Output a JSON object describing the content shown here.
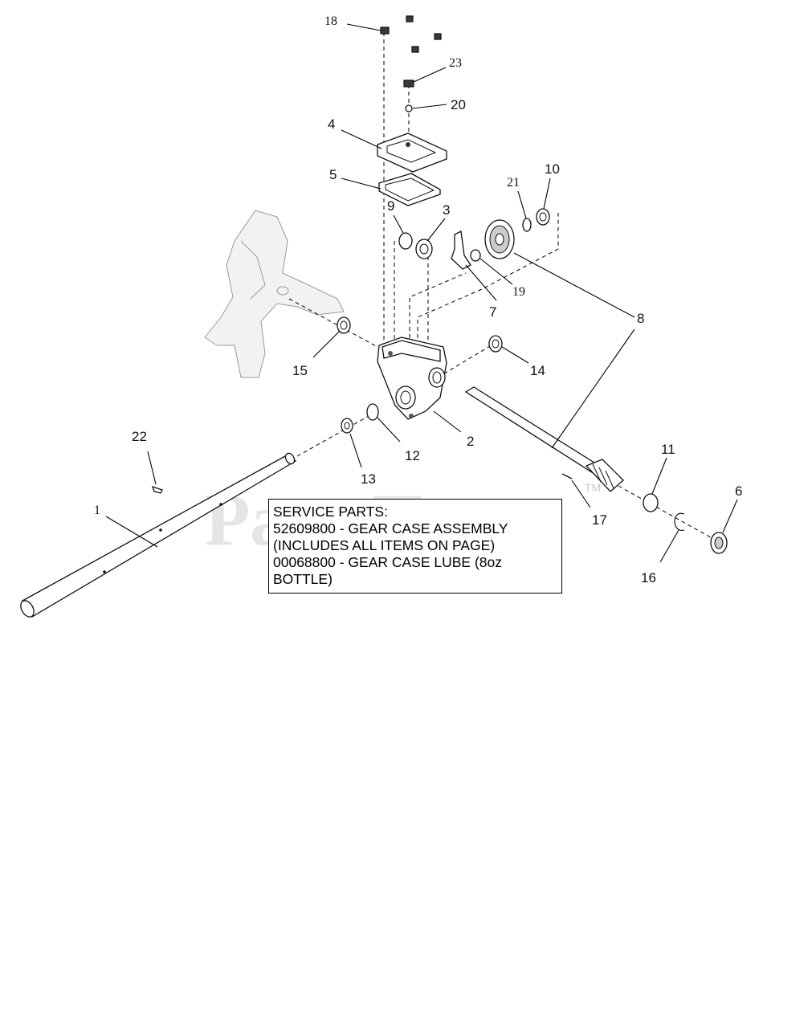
{
  "watermark": {
    "text": "PartsTree",
    "tm": "TM"
  },
  "callouts": [
    {
      "id": "1",
      "label": "1"
    },
    {
      "id": "2",
      "label": "2"
    },
    {
      "id": "3",
      "label": "3"
    },
    {
      "id": "4",
      "label": "4"
    },
    {
      "id": "5",
      "label": "5"
    },
    {
      "id": "6",
      "label": "6"
    },
    {
      "id": "7",
      "label": "7"
    },
    {
      "id": "8",
      "label": "8"
    },
    {
      "id": "9",
      "label": "9"
    },
    {
      "id": "10",
      "label": "10"
    },
    {
      "id": "11",
      "label": "11"
    },
    {
      "id": "12",
      "label": "12"
    },
    {
      "id": "13",
      "label": "13"
    },
    {
      "id": "14",
      "label": "14"
    },
    {
      "id": "15",
      "label": "15"
    },
    {
      "id": "16",
      "label": "16"
    },
    {
      "id": "17",
      "label": "17"
    },
    {
      "id": "18",
      "label": "18"
    },
    {
      "id": "19",
      "label": "19"
    },
    {
      "id": "20",
      "label": "20"
    },
    {
      "id": "21",
      "label": "21"
    },
    {
      "id": "22",
      "label": "22"
    },
    {
      "id": "23",
      "label": "23"
    }
  ],
  "service_parts": {
    "lines": [
      "SERVICE PARTS:",
      "52609800 - GEAR CASE ASSEMBLY",
      "(INCLUDES ALL ITEMS ON PAGE)",
      "00068800 - GEAR CASE LUBE (8oz",
      "BOTTLE)"
    ]
  }
}
